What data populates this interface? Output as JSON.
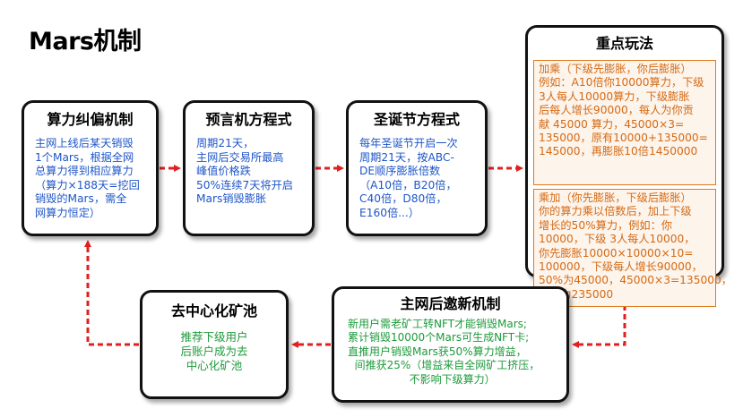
{
  "title": "Mars机制",
  "boxes": {
    "b1": {
      "title": "算力纠偏机制",
      "body": "主网上线后某天销毁\n1个Mars，根据全网\n总算力得到相应算力\n（算力×188天=挖回\n销毁的Mars，需全\n网算力恒定）"
    },
    "b2": {
      "title": "预言机方程式",
      "body": "周期21天，\n主网后交易所最高\n峰值价格跌\n50%连续7天将开启\nMars销毁膨胀"
    },
    "b3": {
      "title": "圣诞节方程式",
      "body": "每年圣诞节开启一次\n周期21天，按ABC-\nDE顺序膨胀倍数\n（A10倍，B20倍，\nC40倍，D80倍，\nE160倍...）"
    },
    "b4": {
      "title": "重点玩法",
      "section1": "加乘（下级先膨胀，你后膨胀）\n例如：A10倍你10000算力，下级\n3人每人10000算力，下级膨胀\n后每人增长90000，每人为你贡\n献 45000 算力，45000×3=\n135000，原有10000+135000=\n145000，再膨胀10倍1450000",
      "section2": "乘加（你先膨胀，下级后膨胀）\n你的算力乘以倍数后，加上下级\n增长的50%算力，例如：你\n10000，下级 3人每人10000，\n你先膨胀10000×10000×10=\n100000，下级每人增长90000，\n50%为45000，45000×3=135000，\n总算力235000"
    },
    "b5": {
      "title": "主网后邀新机制",
      "body": "新用户需老矿工转NFT才能销毁Mars;\n累计销毁10000个Mars可生成NFT卡;\n直推用户销毁Mars获50%算力增益，\n  间推获25%（增益来自全网矿工挤压，\n                  不影响下级算力）"
    },
    "b6": {
      "title": "去中心化矿池",
      "body": "推荐下级用户\n后账户成为去\n中心化矿池"
    },
    "colors": {
      "arrow": "#e0201f",
      "blue": "#1e56c8",
      "green": "#1d9a3a",
      "orange": "#d46a14"
    }
  }
}
